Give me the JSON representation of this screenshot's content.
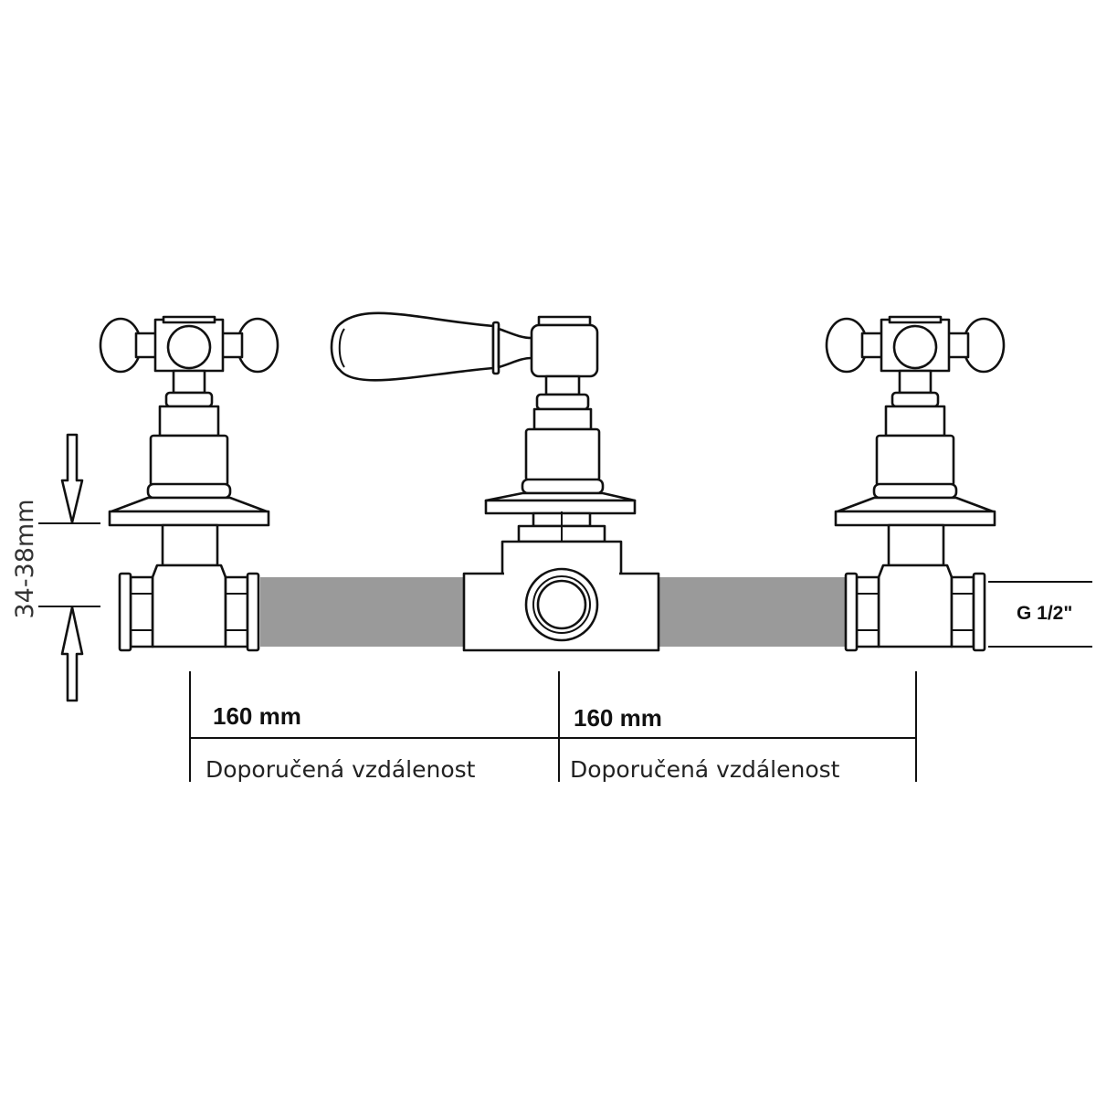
{
  "diagram": {
    "height_dimension": "34-38mm",
    "thread_label": "G 1/2\"",
    "spacings": [
      {
        "distance": "160 mm",
        "note": "Doporučená vzdálenost"
      },
      {
        "distance": "160 mm",
        "note": "Doporučená vzdálenost"
      }
    ],
    "colors": {
      "pipe": "#9a9a9a",
      "line": "#111111"
    }
  }
}
